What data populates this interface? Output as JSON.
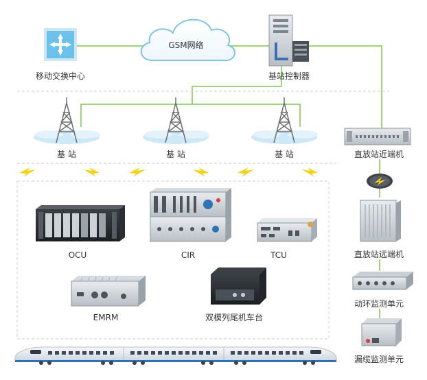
{
  "nodes": {
    "msc": "移动交换中心",
    "gsm": "GSM网络",
    "bsc": "基站控制器",
    "bts": [
      "基 站",
      "基 站",
      "基 站"
    ],
    "repeater_near": "直放站近端机",
    "repeater_far": "直放站远端机",
    "env_monitor": "动环监测单元",
    "leaky_cable_monitor": "漏缆监测单元"
  },
  "onboard": {
    "ocu": "OCU",
    "cir": "CIR",
    "tcu": "TCU",
    "emrm": "EMRM",
    "dual_mode_tail": "双模列尾机车台"
  },
  "colors": {
    "link_green": "#7cc84a",
    "cloud_stroke": "#7ec3e8",
    "tower": "#6e6e6e",
    "coverage": "#cde8f7",
    "lightning": "#f3d21a",
    "dashed": "#c8c8c8"
  }
}
